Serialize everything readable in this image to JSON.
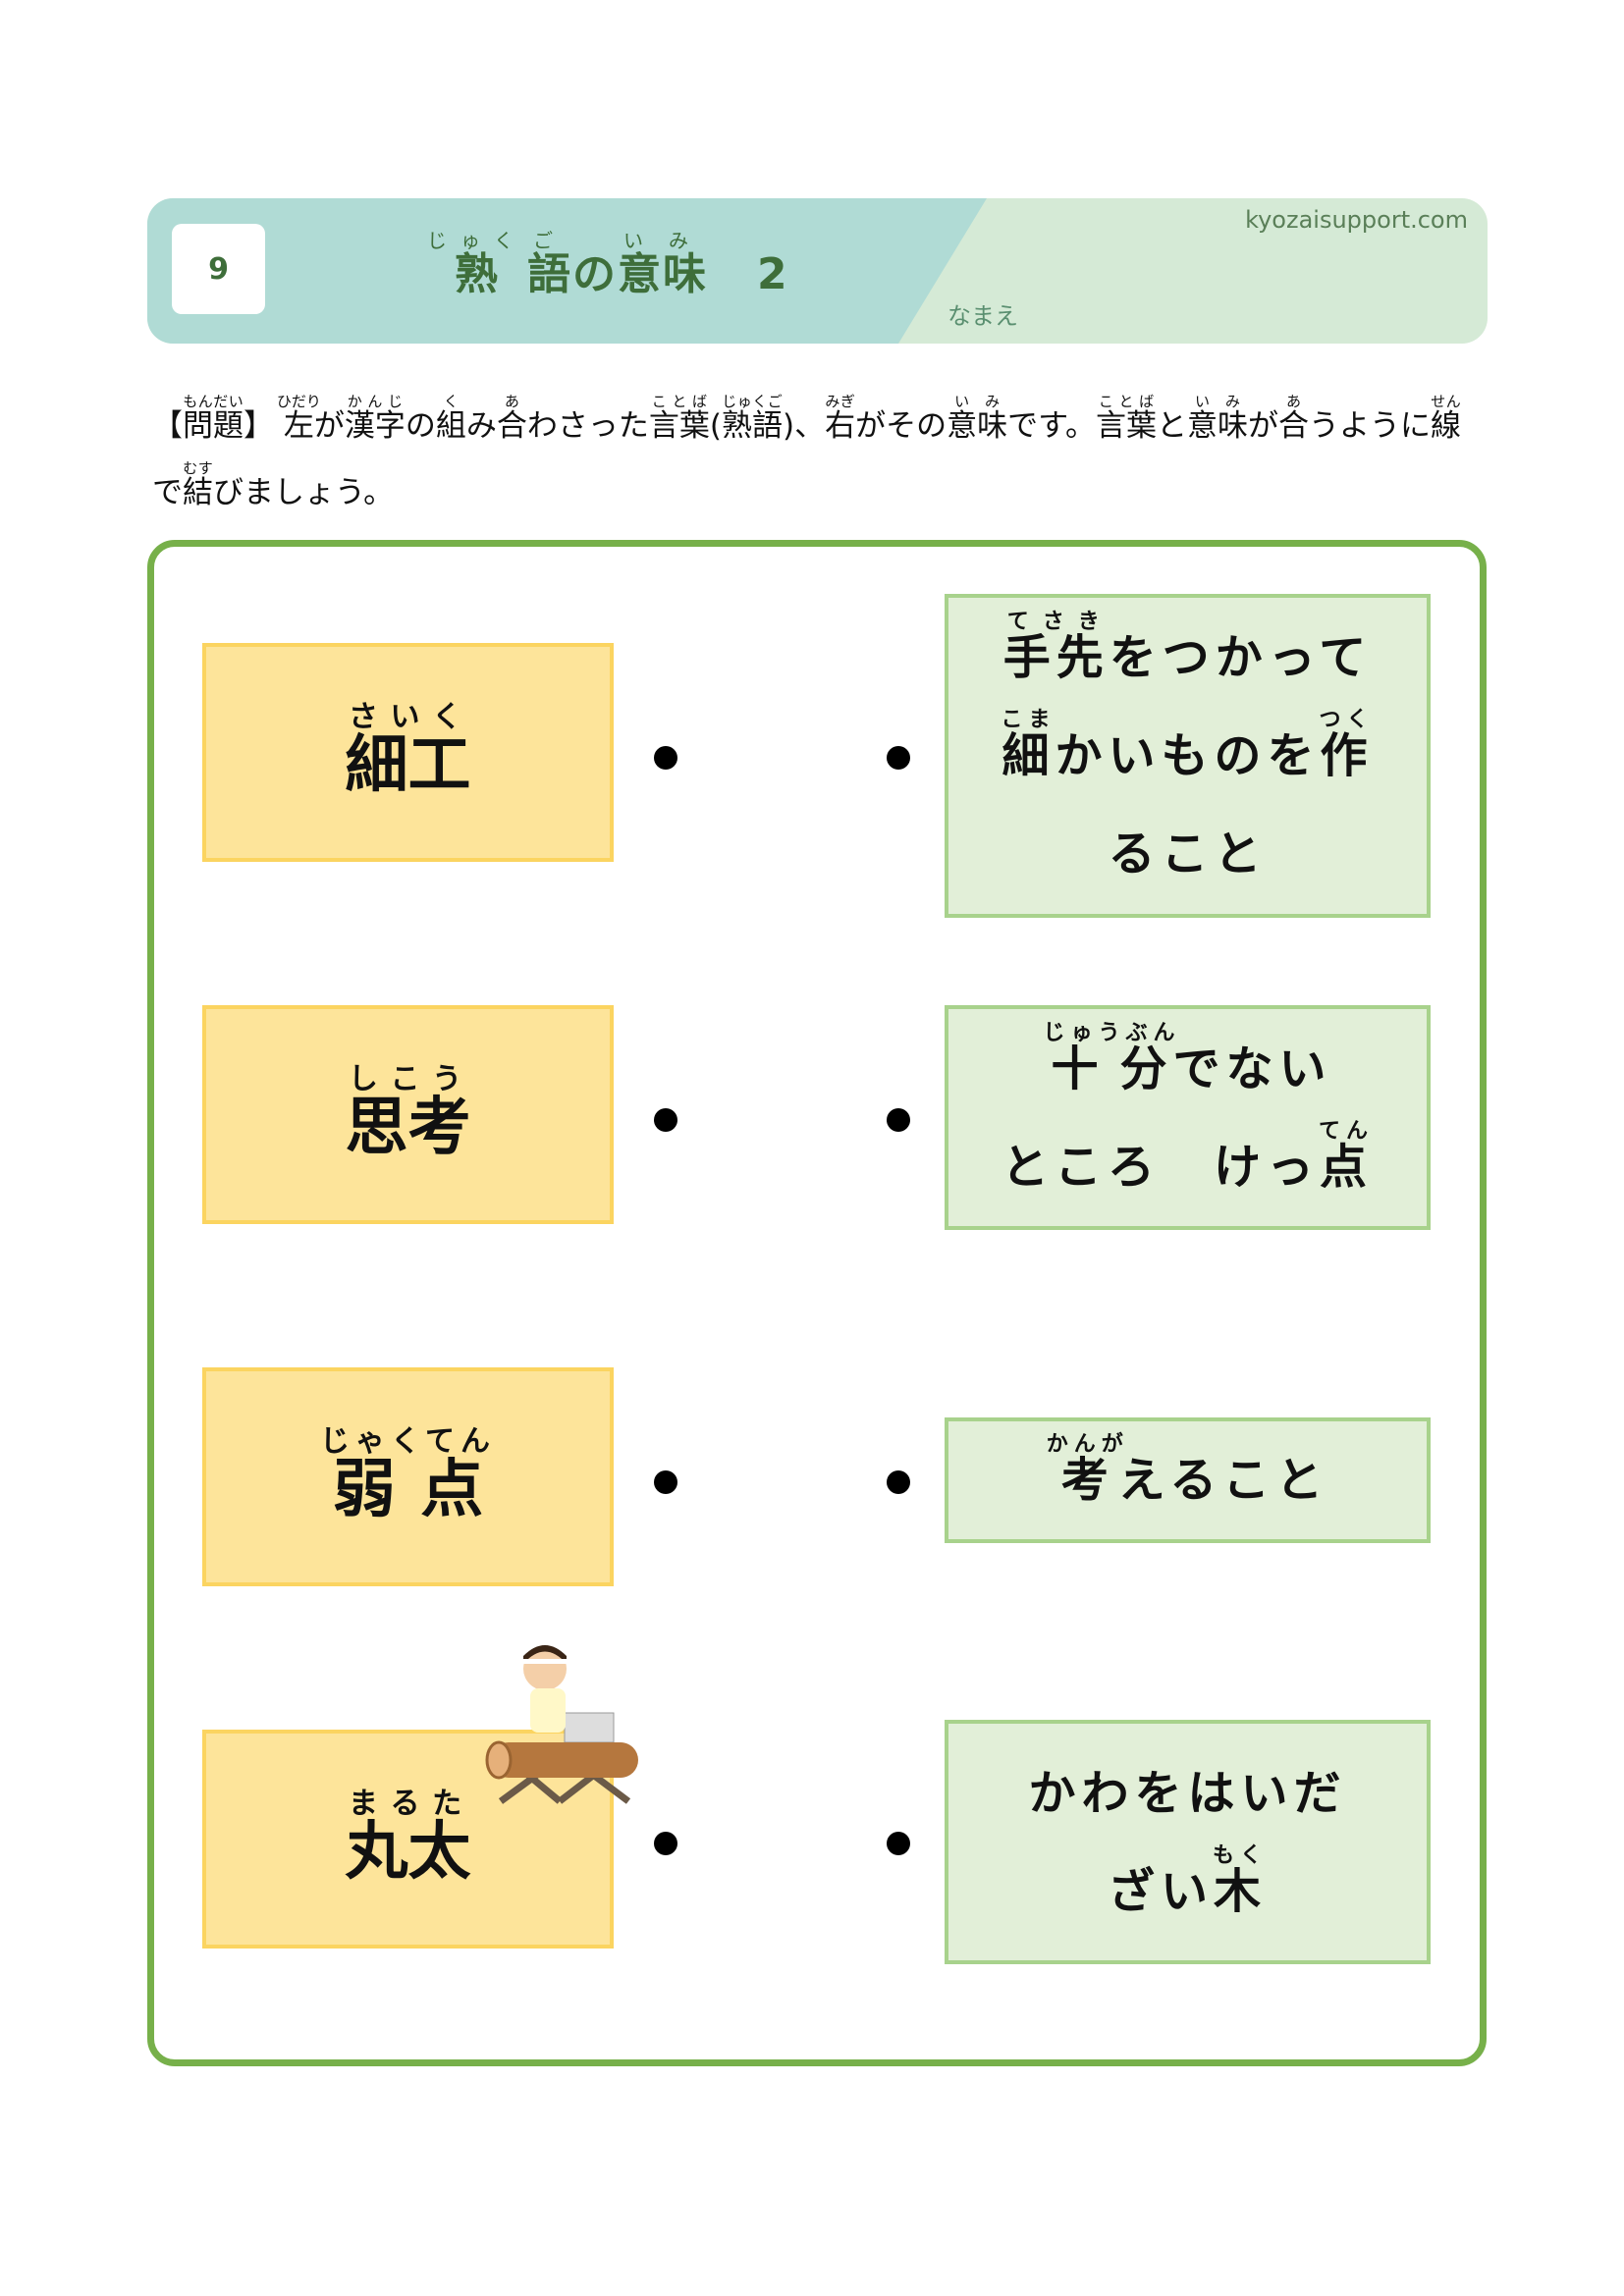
{
  "header": {
    "number": "9",
    "title": [
      {
        "t": "熟",
        "r": "じゅく"
      },
      {
        "t": "語",
        "r": "ご"
      },
      {
        "t": "の"
      },
      {
        "t": "意",
        "r": "い"
      },
      {
        "t": "味",
        "r": "み"
      }
    ],
    "title_number": "2",
    "site": "kyozaisupport.com",
    "name_label": "なまえ"
  },
  "instruction": {
    "label": [
      {
        "t": "【"
      },
      {
        "t": "問題",
        "r": "もんだい"
      },
      {
        "t": "】 "
      }
    ],
    "text": [
      {
        "t": "左",
        "r": "ひだり"
      },
      {
        "t": "が"
      },
      {
        "t": "漢字",
        "r": "かんじ"
      },
      {
        "t": "の"
      },
      {
        "t": "組",
        "r": "く"
      },
      {
        "t": "み"
      },
      {
        "t": "合",
        "r": "あ"
      },
      {
        "t": "わさった"
      },
      {
        "t": "言葉",
        "r": "ことば"
      },
      {
        "t": "("
      },
      {
        "t": "熟語",
        "r": "じゅくご"
      },
      {
        "t": ")、"
      },
      {
        "t": "右",
        "r": "みぎ"
      },
      {
        "t": "がその"
      },
      {
        "t": "意味",
        "r": "いみ"
      },
      {
        "t": "です。"
      },
      {
        "t": "言葉",
        "r": "ことば"
      },
      {
        "t": "と"
      },
      {
        "t": "意味",
        "r": "いみ"
      },
      {
        "t": "が"
      },
      {
        "t": "合",
        "r": "あ"
      },
      {
        "t": "うように"
      },
      {
        "t": "線",
        "r": "せん"
      },
      {
        "t": "で"
      },
      {
        "t": "結",
        "r": "むす"
      },
      {
        "t": "びましょう。"
      }
    ]
  },
  "left_words": [
    [
      {
        "t": "細工",
        "r": "さいく"
      }
    ],
    [
      {
        "t": "思考",
        "r": "しこう"
      }
    ],
    [
      {
        "t": "弱点",
        "r": "じゃくてん"
      }
    ],
    [
      {
        "t": "丸太",
        "r": "まるた"
      }
    ]
  ],
  "right_meanings": [
    [
      [
        {
          "t": "手先",
          "r": "てさき"
        },
        {
          "t": "をつかって"
        }
      ],
      [
        {
          "t": "細",
          "r": "こま"
        },
        {
          "t": "かいものを"
        },
        {
          "t": "作",
          "r": "つく"
        }
      ],
      [
        {
          "t": "ること"
        }
      ]
    ],
    [
      [
        {
          "t": "十分",
          "r": "じゅうぶん"
        },
        {
          "t": "でない"
        }
      ],
      [
        {
          "t": "ところ　けっ"
        },
        {
          "t": "点",
          "r": "てん"
        }
      ]
    ],
    [
      [
        {
          "t": "考",
          "r": "かんが"
        },
        {
          "t": "えること"
        }
      ]
    ],
    [
      [
        {
          "t": "かわをはいだ"
        }
      ],
      [
        {
          "t": "ざい"
        },
        {
          "t": "木",
          "r": "もく"
        }
      ]
    ]
  ],
  "colors": {
    "accent": "#77b04a",
    "header_teal": "#b0dbd5",
    "header_green": "#d5ead6",
    "word_card": "#fde49a",
    "meaning_card": "#e2efd8",
    "title_text": "#3e6e3a"
  }
}
